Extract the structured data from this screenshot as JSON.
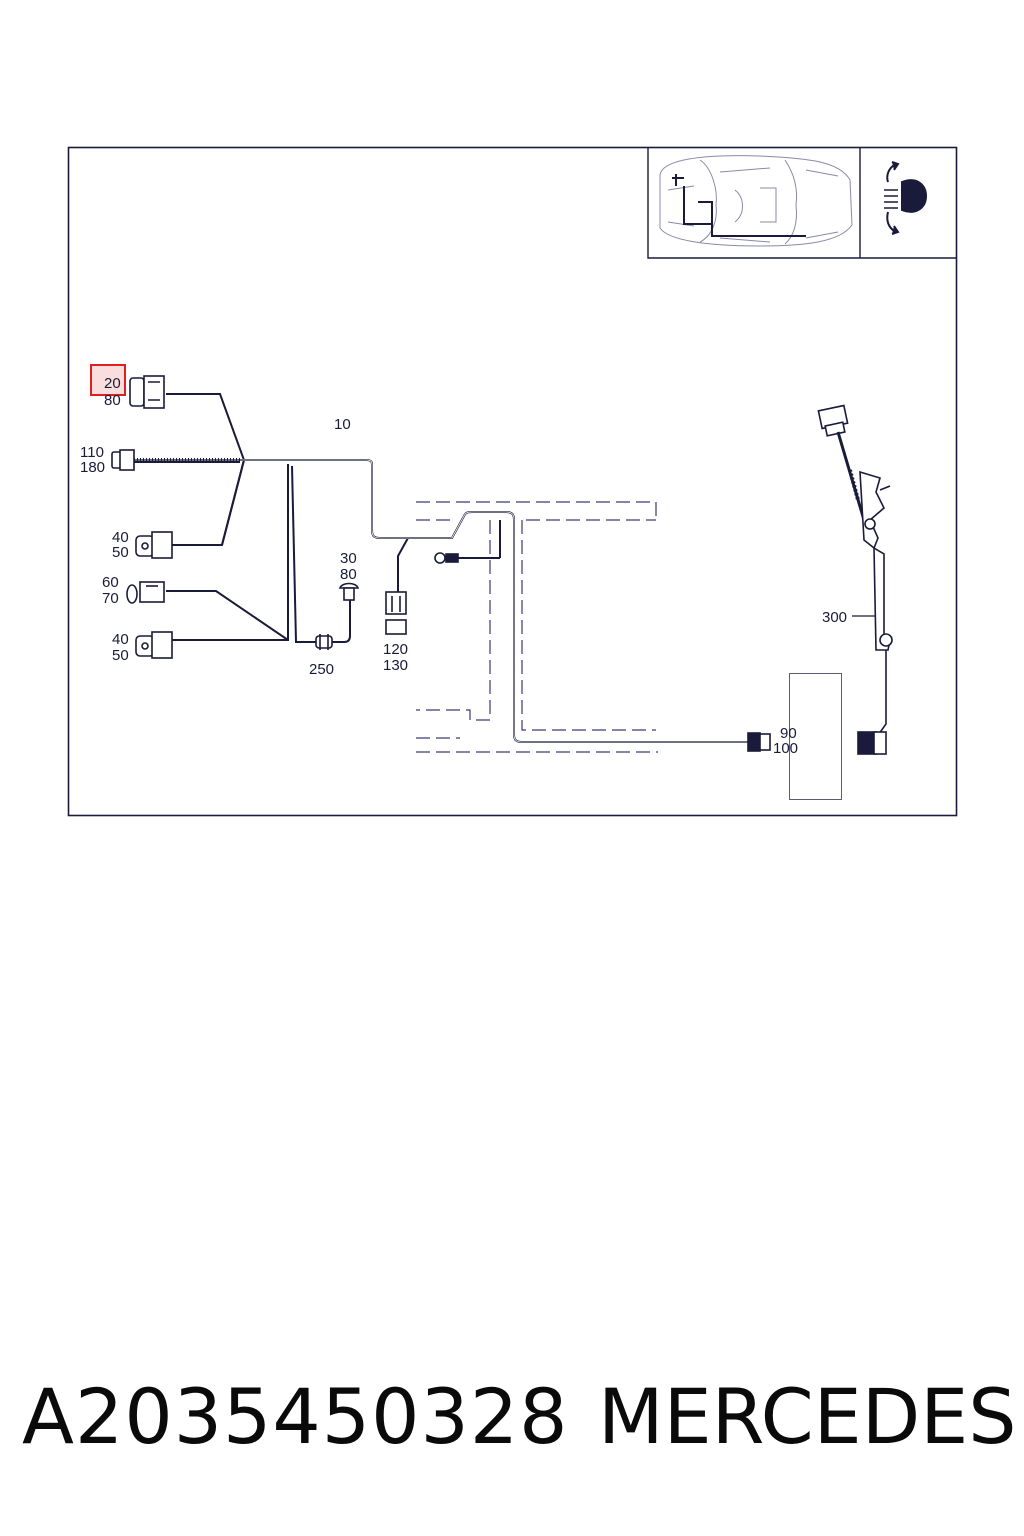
{
  "diagram": {
    "callouts": {
      "c20": "20",
      "c80a": "80",
      "c10": "10",
      "c110": "110",
      "c180": "180",
      "c40a": "40",
      "c50a": "50",
      "c60": "60",
      "c70": "70",
      "c40b": "40",
      "c50b": "50",
      "c30": "30",
      "c80b": "80",
      "c250": "250",
      "c120": "120",
      "c130": "130",
      "c300": "300",
      "c90": "90",
      "c100": "100"
    },
    "highlighted_callout": "20",
    "highlight_color": "#e02020",
    "line_color": "#1a1a3a",
    "icons": [
      "car-location-icon",
      "headlamp-range-icon"
    ]
  },
  "footer": {
    "part_number": "A2035450328",
    "brand": "MERCEDES"
  }
}
